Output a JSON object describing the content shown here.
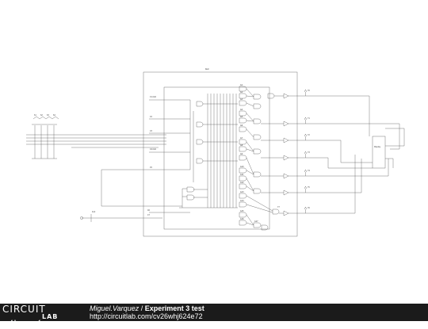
{
  "diagram": {
    "block_title": "Rem",
    "gate_labels": [
      "G1",
      "G2",
      "G3",
      "G4",
      "G5",
      "G6",
      "G7",
      "G8",
      "G9",
      "G10",
      "G11",
      "G12",
      "G13",
      "G14",
      "G15",
      "G16",
      "G17"
    ],
    "output_probe_labels": [
      "Y0",
      "Y1",
      "Y2",
      "Y3",
      "Y4",
      "Y5",
      "Y6",
      "Y7"
    ],
    "display_label": "Display",
    "bus_labels": [
      "C1.CLR",
      "C2",
      "C3",
      "C4.CLR",
      "C5",
      "C6",
      "C7"
    ],
    "switch_labels": [
      "S1",
      "S2",
      "S3",
      "S4"
    ],
    "clock_label": "CLK"
  },
  "footer": {
    "logo_top": "CIRCUIT",
    "logo_bottom": "LAB",
    "author": "Miguel.Varquez",
    "separator": " / ",
    "title": "Experiment 3 test",
    "url": "http://circuitlab.com/cv26whj624e72"
  }
}
